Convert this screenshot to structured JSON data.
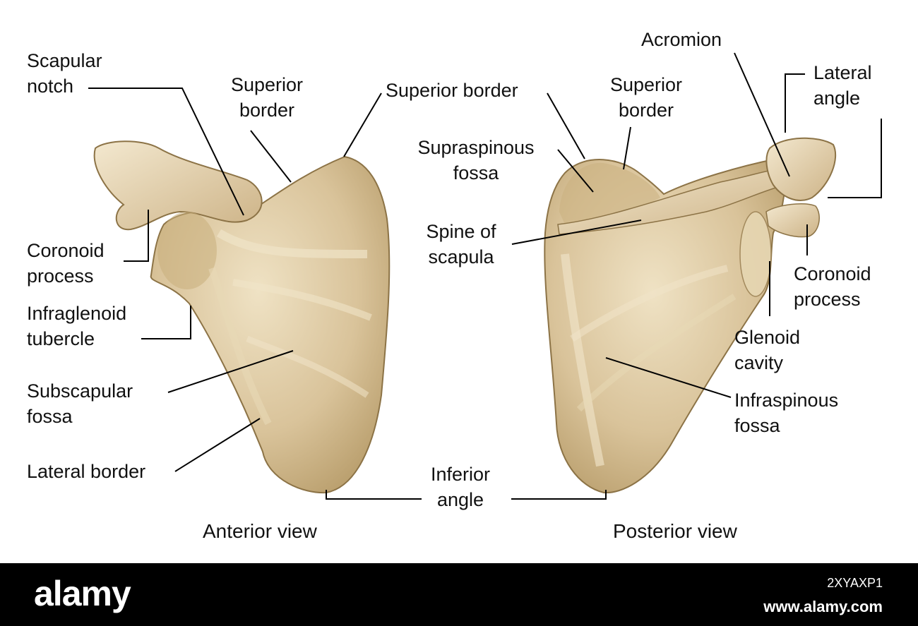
{
  "labels": {
    "scapular_notch": "Scapular\nnotch",
    "superior_border_anterior": "Superior\nborder",
    "superior_border_top": "Superior border",
    "superior_border_posterior": "Superior\nborder",
    "acromion": "Acromion",
    "lateral_angle": "Lateral\nangle",
    "supraspinous_fossa": "Supraspinous\nfossa",
    "spine_of_scapula": "Spine of\nscapula",
    "coronoid_process_left": "Coronoid\nprocess",
    "coronoid_process_right": "Coronoid\nprocess",
    "infraglenoid_tubercle": "Infraglenoid\ntubercle",
    "glenoid_cavity": "Glenoid\ncavity",
    "subscapular_fossa": "Subscapular\nfossa",
    "infraspinous_fossa": "Infraspinous\nfossa",
    "lateral_border": "Lateral border",
    "inferior_angle": "Inferior\nangle"
  },
  "captions": {
    "anterior": "Anterior view",
    "posterior": "Posterior view"
  },
  "footer": {
    "brand": "alamy",
    "image_id": "2XYAXP1",
    "site": "www.alamy.com"
  },
  "colors": {
    "bone": "#d9c39a",
    "bone_shadow": "#b89d6b",
    "bone_highlight": "#efe2c4",
    "bone_outline": "#8c7346",
    "leader": "#000000",
    "footer_bg": "#000000"
  }
}
